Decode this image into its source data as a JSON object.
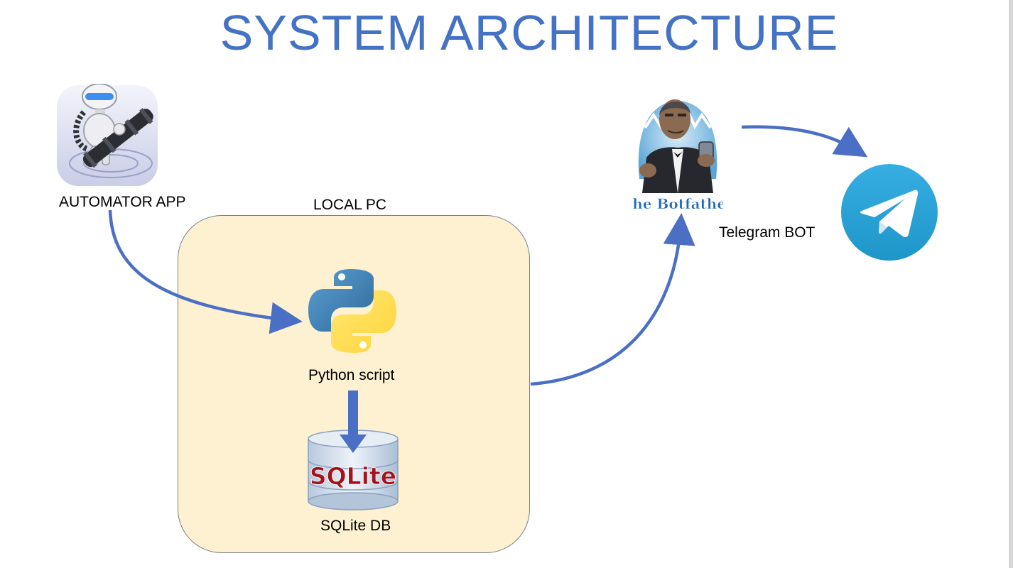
{
  "title": "SYSTEM ARCHITECTURE",
  "nodes": {
    "automator": {
      "label": "AUTOMATOR APP",
      "icon": "automator-robot-icon"
    },
    "local_pc": {
      "label": "LOCAL PC"
    },
    "python": {
      "label": "Python script",
      "icon": "python-logo-icon"
    },
    "sqlite": {
      "label": "SQLite DB",
      "icon": "sqlite-database-icon",
      "logo_text": "SQLite"
    },
    "botfather": {
      "label": "Telegram BOT",
      "icon": "botfather-icon",
      "logo_text": "The Botfather"
    },
    "telegram": {
      "icon": "telegram-icon"
    }
  },
  "edges": [
    {
      "from": "automator",
      "to": "python"
    },
    {
      "from": "python",
      "to": "sqlite"
    },
    {
      "from": "local_pc",
      "to": "botfather"
    },
    {
      "from": "botfather",
      "to": "telegram"
    }
  ],
  "colors": {
    "title": "#4472c4",
    "arrow": "#4a6fc4",
    "local_pc_fill": "#fdf1d2",
    "telegram_blue": "#2aa1de",
    "sqlite_red": "#a3131b"
  }
}
